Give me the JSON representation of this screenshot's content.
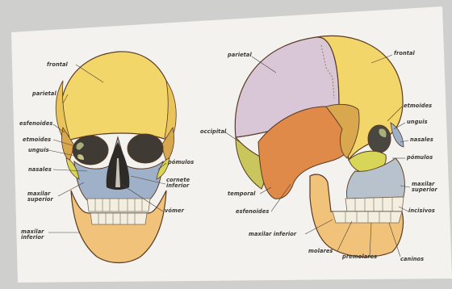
{
  "figure": {
    "colors": {
      "page": "#f3f2ee",
      "frontal_parietal": "#f2d66a",
      "parietal_lateral": "#d9c7d7",
      "temporal_occipital_red": "#e08a4a",
      "esfenoides": "#d9a84e",
      "malar": "#d7d658",
      "nasal_blue": "#9fb1c9",
      "maxilar": "#f0c27a",
      "teeth": "#f2eee0",
      "outline": "#5a3a22"
    },
    "front_view": {
      "labels": {
        "frontal": "frontal",
        "parietal": "parietal",
        "esfenoides": "esfenoides",
        "etmoides": "etmoides",
        "unguis": "unguis",
        "nasales": "nasales",
        "maxilar_superior": "maxilar\nsuperior",
        "maxilar_inferior": "maxilar\ninferior",
        "pomulos": "pómulos",
        "cornete_inferior": "cornete\ninferior",
        "vomer": "vómer"
      }
    },
    "side_view": {
      "labels": {
        "parietal": "parietal",
        "frontal": "frontal",
        "occipital": "occipital",
        "temporal": "temporal",
        "esfenoides": "esfenoides",
        "maxilar_inferior": "maxilar inferior",
        "molares": "molares",
        "premolares": "premolares",
        "caninos": "caninos",
        "incisivos": "incisivos",
        "maxilar_superior": "maxilar\nsuperior",
        "pomulos": "pómulos",
        "nasales": "nasales",
        "unguis": "unguis",
        "etmoides": "etmoides"
      }
    }
  }
}
